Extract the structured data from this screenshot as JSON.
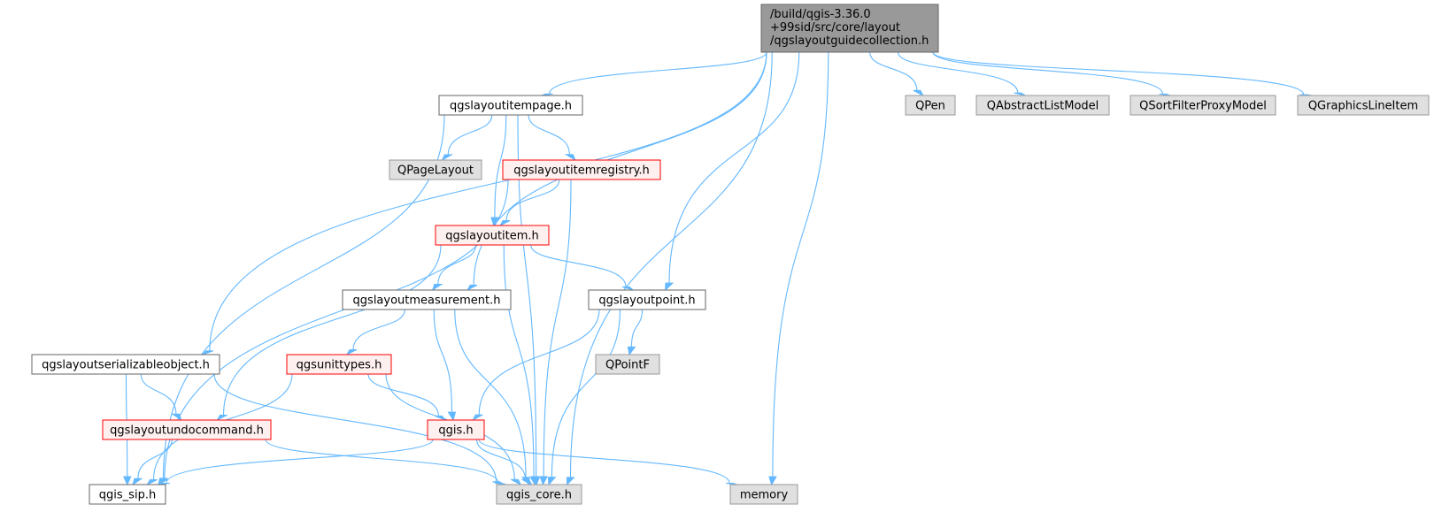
{
  "graph": {
    "root": {
      "id": "root",
      "label_lines": [
        "/build/qgis-3.36.0",
        "+99sid/src/core/layout",
        "/qgslayoutguidecollection.h"
      ]
    },
    "nodes": [
      {
        "id": "itempage",
        "label": "qgslayoutitempage.h",
        "kind": "normal"
      },
      {
        "id": "qpen",
        "label": "QPen",
        "kind": "external"
      },
      {
        "id": "qabs",
        "label": "QAbstractListModel",
        "kind": "external"
      },
      {
        "id": "qsort",
        "label": "QSortFilterProxyModel",
        "kind": "external"
      },
      {
        "id": "qgline",
        "label": "QGraphicsLineItem",
        "kind": "external"
      },
      {
        "id": "qpagelayout",
        "label": "QPageLayout",
        "kind": "external"
      },
      {
        "id": "registry",
        "label": "qgslayoutitemregistry.h",
        "kind": "incomplete"
      },
      {
        "id": "item",
        "label": "qgslayoutitem.h",
        "kind": "incomplete"
      },
      {
        "id": "measurement",
        "label": "qgslayoutmeasurement.h",
        "kind": "normal"
      },
      {
        "id": "point",
        "label": "qgslayoutpoint.h",
        "kind": "normal"
      },
      {
        "id": "serializable",
        "label": "qgslayoutserializableobject.h",
        "kind": "normal"
      },
      {
        "id": "unittypes",
        "label": "qgsunittypes.h",
        "kind": "incomplete"
      },
      {
        "id": "qpointf",
        "label": "QPointF",
        "kind": "external"
      },
      {
        "id": "undo",
        "label": "qgslayoutundocommand.h",
        "kind": "incomplete"
      },
      {
        "id": "qgis",
        "label": "qgis.h",
        "kind": "incomplete"
      },
      {
        "id": "sip",
        "label": "qgis_sip.h",
        "kind": "normal"
      },
      {
        "id": "core",
        "label": "qgis_core.h",
        "kind": "external"
      },
      {
        "id": "memory",
        "label": "memory",
        "kind": "external"
      }
    ],
    "edges": [
      [
        "root",
        "itempage"
      ],
      [
        "root",
        "qpen"
      ],
      [
        "root",
        "qabs"
      ],
      [
        "root",
        "qsort"
      ],
      [
        "root",
        "qgline"
      ],
      [
        "root",
        "measurement"
      ],
      [
        "root",
        "point"
      ],
      [
        "root",
        "serializable"
      ],
      [
        "root",
        "core"
      ],
      [
        "root",
        "memory"
      ],
      [
        "itempage",
        "qpagelayout"
      ],
      [
        "itempage",
        "registry"
      ],
      [
        "itempage",
        "item"
      ],
      [
        "itempage",
        "sip"
      ],
      [
        "itempage",
        "core"
      ],
      [
        "registry",
        "item"
      ],
      [
        "registry",
        "sip"
      ],
      [
        "registry",
        "core"
      ],
      [
        "item",
        "measurement"
      ],
      [
        "item",
        "point"
      ],
      [
        "item",
        "undo"
      ],
      [
        "item",
        "core"
      ],
      [
        "measurement",
        "unittypes"
      ],
      [
        "measurement",
        "qgis"
      ],
      [
        "measurement",
        "core"
      ],
      [
        "point",
        "qpointf"
      ],
      [
        "point",
        "qgis"
      ],
      [
        "point",
        "core"
      ],
      [
        "serializable",
        "undo"
      ],
      [
        "serializable",
        "sip"
      ],
      [
        "serializable",
        "core"
      ],
      [
        "unittypes",
        "qgis"
      ],
      [
        "unittypes",
        "sip"
      ],
      [
        "unittypes",
        "core"
      ],
      [
        "undo",
        "sip"
      ],
      [
        "undo",
        "core"
      ],
      [
        "qgis",
        "sip"
      ],
      [
        "qgis",
        "core"
      ],
      [
        "qgis",
        "memory"
      ]
    ],
    "colors": {
      "edge": "#63b8ff",
      "root_fill": "#999999",
      "root_stroke": "#666666",
      "normal_fill": "#ffffff",
      "normal_stroke": "#666666",
      "external_fill": "#e0e0e0",
      "external_stroke": "#999999",
      "incomplete_fill": "#fff0f0",
      "incomplete_stroke": "#ff0000"
    }
  }
}
